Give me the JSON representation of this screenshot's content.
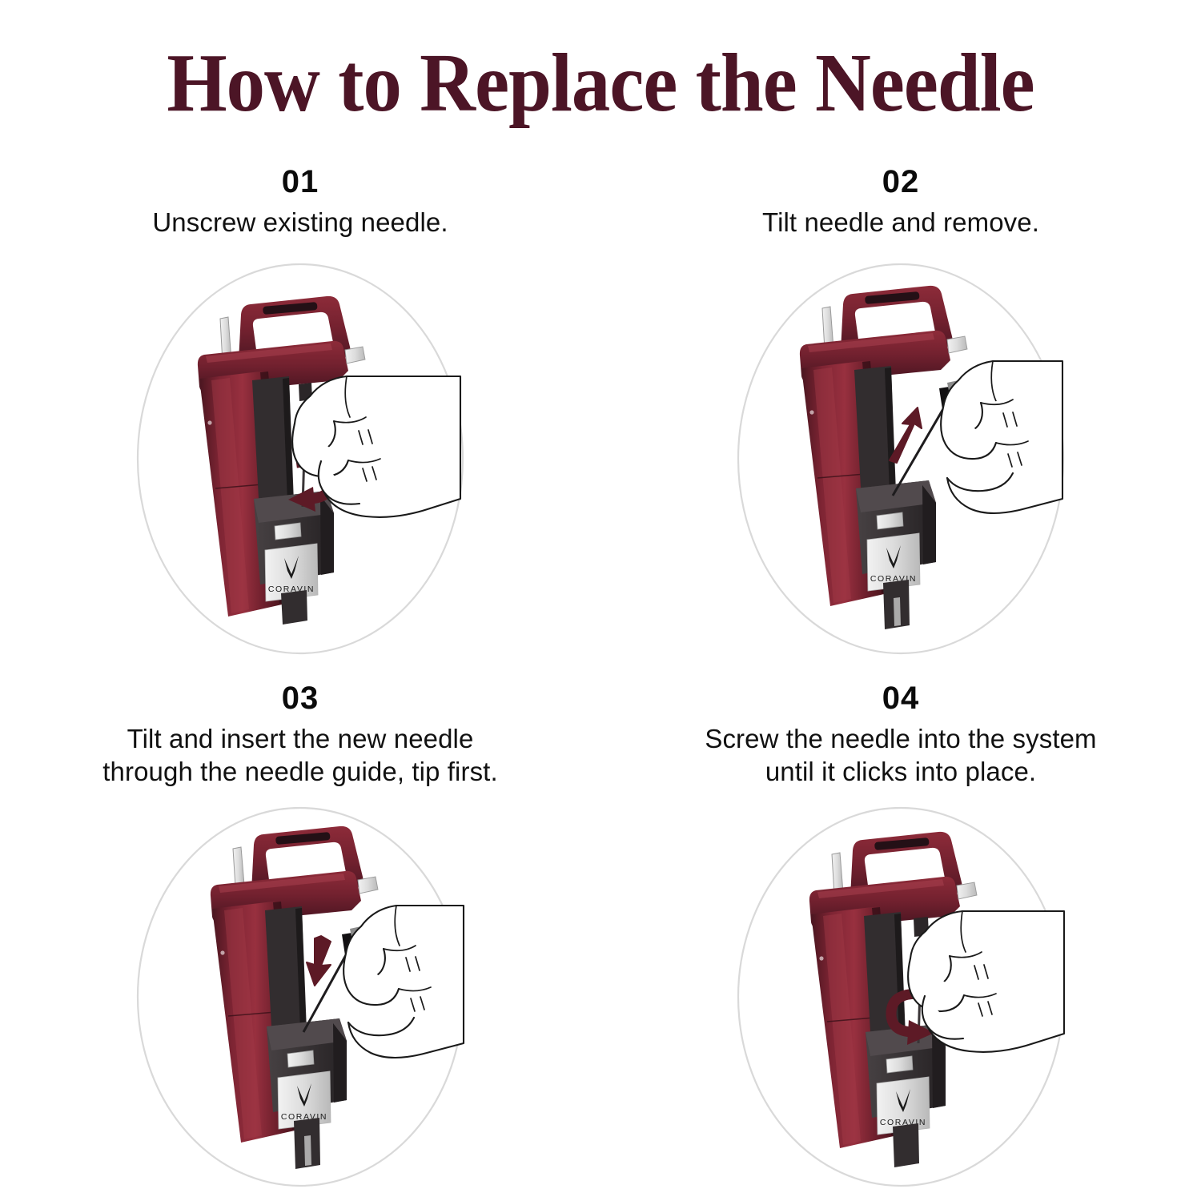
{
  "title": "How to Replace the Needle",
  "brand": {
    "badge_text": "CORAVIN",
    "logo_icon": "coravin-chevron-icon"
  },
  "colors": {
    "title": "#4c1526",
    "arrow": "#5d1a26",
    "body_burgundy": "#7a2332",
    "body_burgundy_dark": "#40131c",
    "body_burgundy_light": "#9c3443",
    "clamp_charcoal": "#3a3638",
    "clamp_charcoal_dark": "#262224",
    "silver": "#d7d7d7",
    "circle_outline": "#d9d9d9",
    "background": "#ffffff",
    "text": "#111111"
  },
  "steps": [
    {
      "number": "01",
      "caption_lines": [
        "Unscrew existing needle."
      ],
      "arrow": {
        "type": "rotate-counterclockwise",
        "icon": "rotate-ccw-arrow-icon"
      },
      "needle": "vertical",
      "hand": "pinching-needle-hub"
    },
    {
      "number": "02",
      "caption_lines": [
        "Tilt needle and remove."
      ],
      "arrow": {
        "type": "straight-up-left",
        "icon": "arrow-up-left-icon"
      },
      "needle": "tilted-removed",
      "hand": "pinching-needle-hub"
    },
    {
      "number": "03",
      "caption_lines": [
        "Tilt and insert the new needle",
        "through the needle guide, tip first."
      ],
      "arrow": {
        "type": "straight-down",
        "icon": "arrow-down-icon"
      },
      "needle": "tilted-inserting",
      "hand": "pinching-needle-hub"
    },
    {
      "number": "04",
      "caption_lines": [
        "Screw the needle into the system",
        "until it clicks into place."
      ],
      "arrow": {
        "type": "rotate-clockwise",
        "icon": "rotate-cw-arrow-icon"
      },
      "needle": "vertical",
      "hand": "pinching-needle-hub"
    }
  ]
}
